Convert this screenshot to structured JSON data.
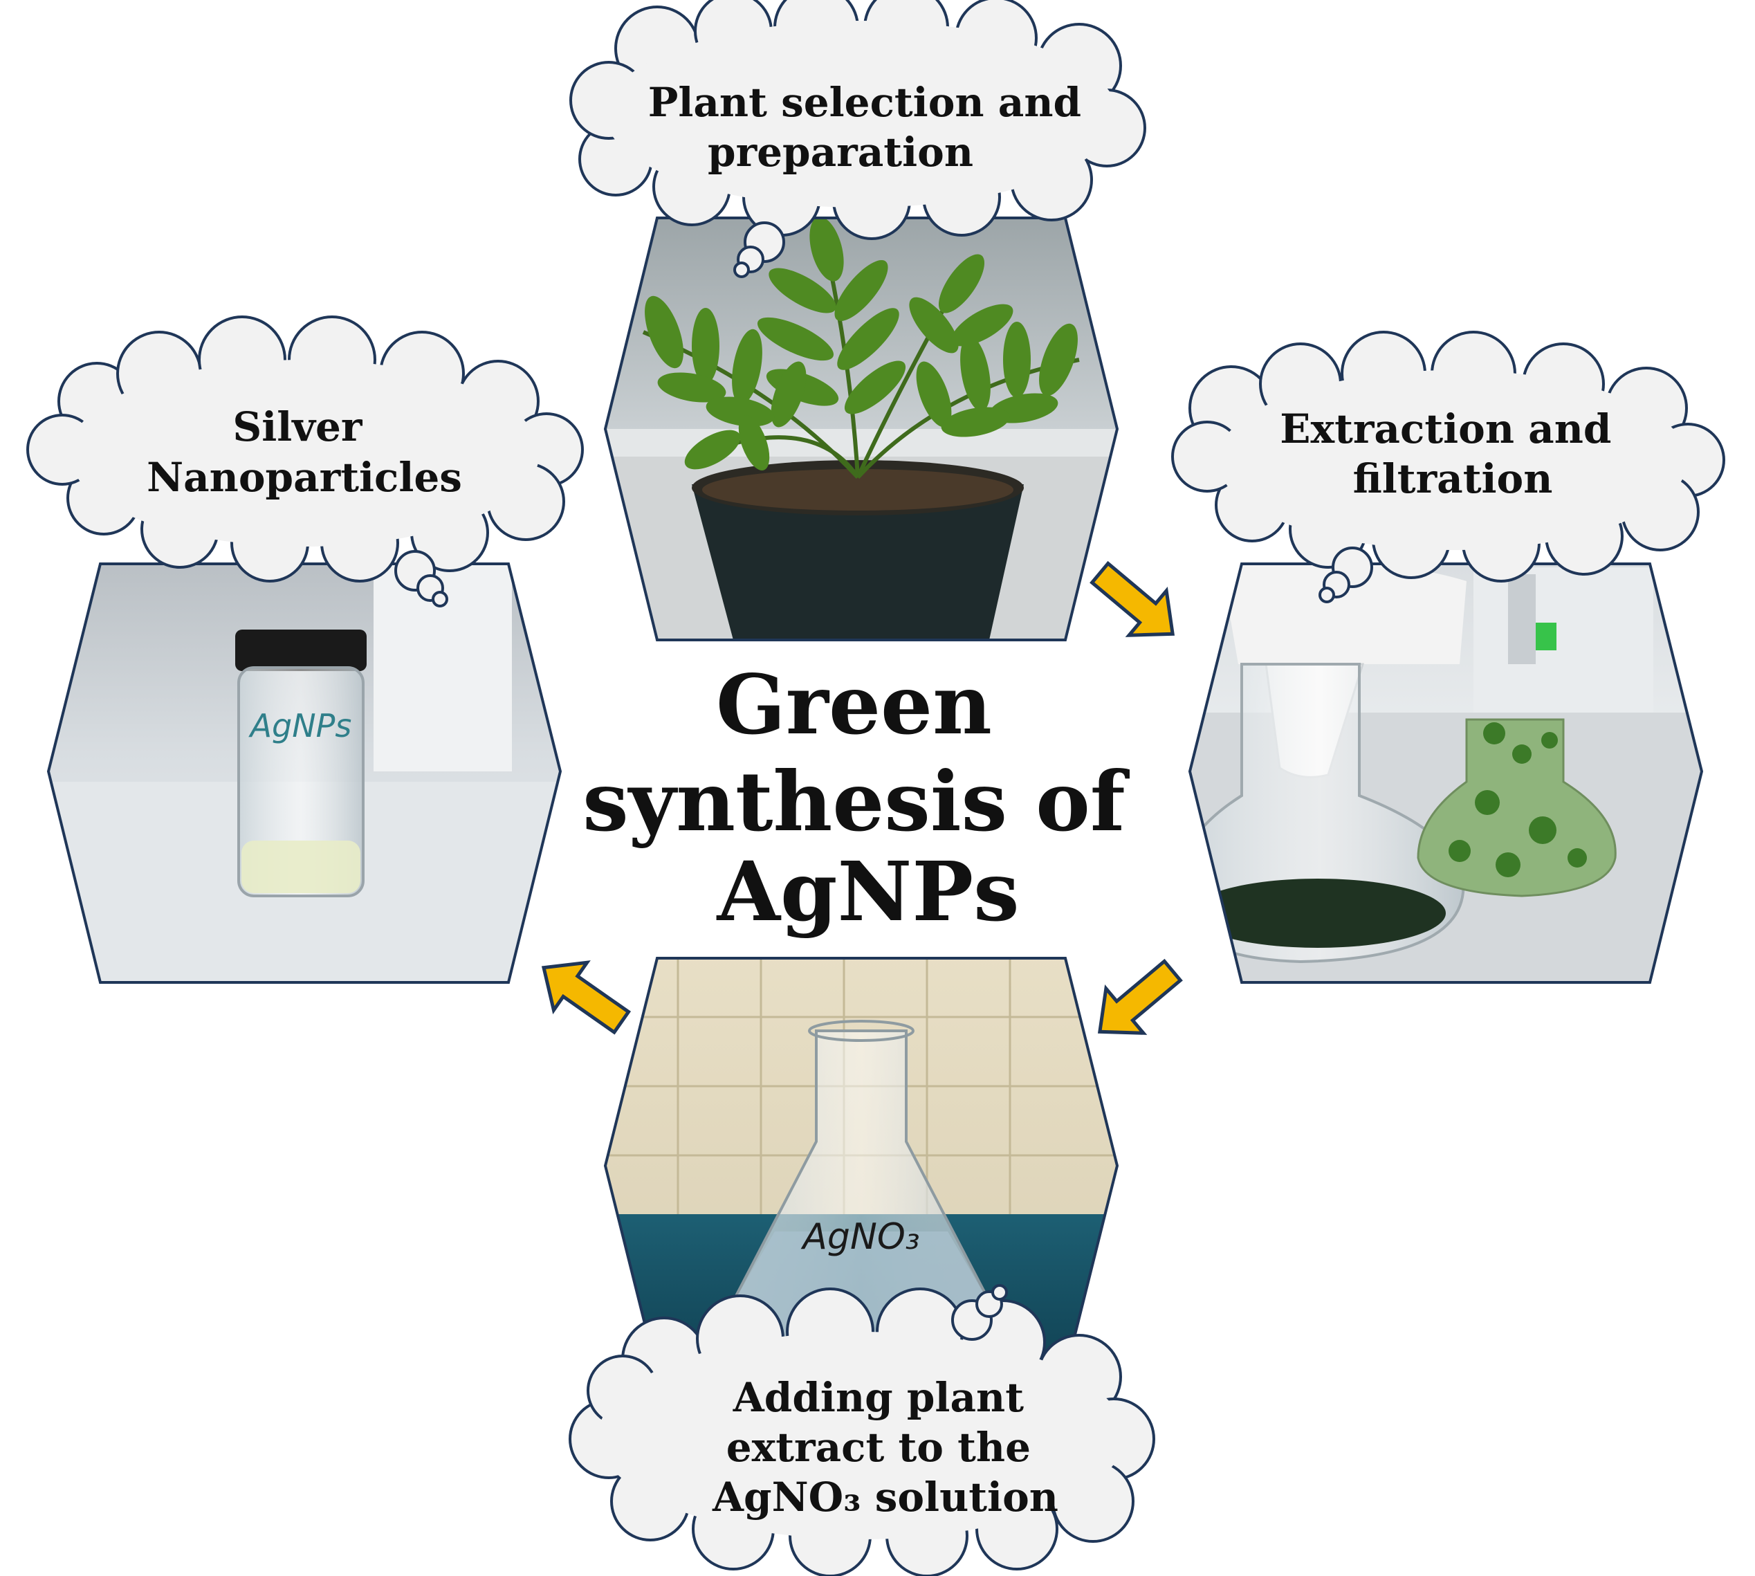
{
  "title_lines": [
    "Green",
    "synthesis of",
    "AgNPs"
  ],
  "steps": [
    {
      "id": "plant-selection",
      "label_lines": [
        "Plant selection and",
        "preparation"
      ],
      "photo_icon": "fern-plant-photo"
    },
    {
      "id": "extraction",
      "label_lines": [
        "Extraction and",
        "filtration"
      ],
      "photo_icon": "filtration-flasks-photo"
    },
    {
      "id": "adding-extract",
      "label_lines": [
        "Adding plant",
        "extract to the",
        "AgNO₃ solution"
      ],
      "photo_icon": "erlenmeyer-flask-photo",
      "photo_label": "AgNO₃"
    },
    {
      "id": "silver-nanoparticles",
      "label_lines": [
        "Silver",
        "Nanoparticles"
      ],
      "photo_icon": "vial-photo",
      "photo_label": "AgNPs"
    }
  ],
  "colors": {
    "hex_border": "#1f3658",
    "cloud_fill": "#f2f2f2",
    "cloud_stroke": "#1f3658",
    "arrow_fill": "#f5b800",
    "arrow_stroke": "#1f3658"
  }
}
